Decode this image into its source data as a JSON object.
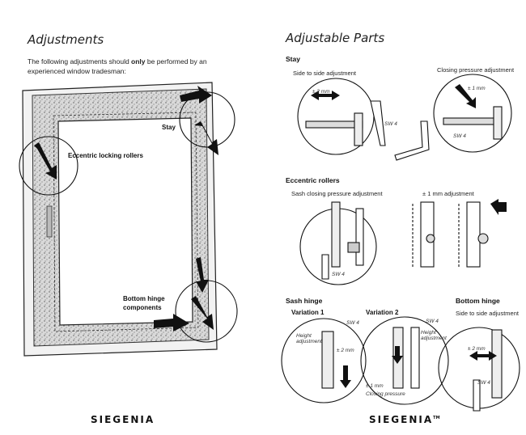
{
  "left": {
    "title": "Adjustments",
    "intro_prefix": "The following adjustments should ",
    "intro_bold": "only",
    "intro_suffix": " be performed by an experienced window tradesman:",
    "callouts": {
      "stay": "Stay",
      "eccentric": "Eccentric locking rollers",
      "bottom_hinge_line1": "Bottom hinge",
      "bottom_hinge_line2": "components"
    },
    "logo": "SIEGENIA"
  },
  "right": {
    "title": "Adjustable Parts",
    "stay": {
      "heading": "Stay",
      "side_to_side": "Side to side adjustment",
      "closing_pressure": "Closing pressure adjustment",
      "tol_2mm": "± 2 mm",
      "tol_1mm": "± 1 mm",
      "sw4_a": "SW 4",
      "sw4_b": "SW 4"
    },
    "eccentric": {
      "heading": "Eccentric rollers",
      "sash_closing": "Sash closing pressure adjustment",
      "mm_adjust": "± 1 mm adjustment",
      "sw4": "SW 4"
    },
    "sash_hinge": {
      "heading": "Sash hinge",
      "variation1": "Variation 1",
      "variation2": "Variation 2",
      "sw4_a": "SW 4",
      "sw4_b": "SW 4",
      "height_adj_a": "Height adjustment",
      "height_adj_b": "Height adjustment",
      "tol_2mm": "± 2 mm",
      "tol_1mm": "± 1 mm",
      "closing_pressure": "Closing pressure"
    },
    "bottom_hinge": {
      "heading": "Bottom hinge",
      "side_to_side": "Side to side adjustment",
      "tol_2mm": "± 2 mm",
      "sw4": "SW 4"
    },
    "logo": "SIEGENIA",
    "logo_tm": "TM"
  },
  "colors": {
    "ink": "#111111",
    "paper": "#ffffff",
    "frame_fill": "#e6e6e6"
  }
}
